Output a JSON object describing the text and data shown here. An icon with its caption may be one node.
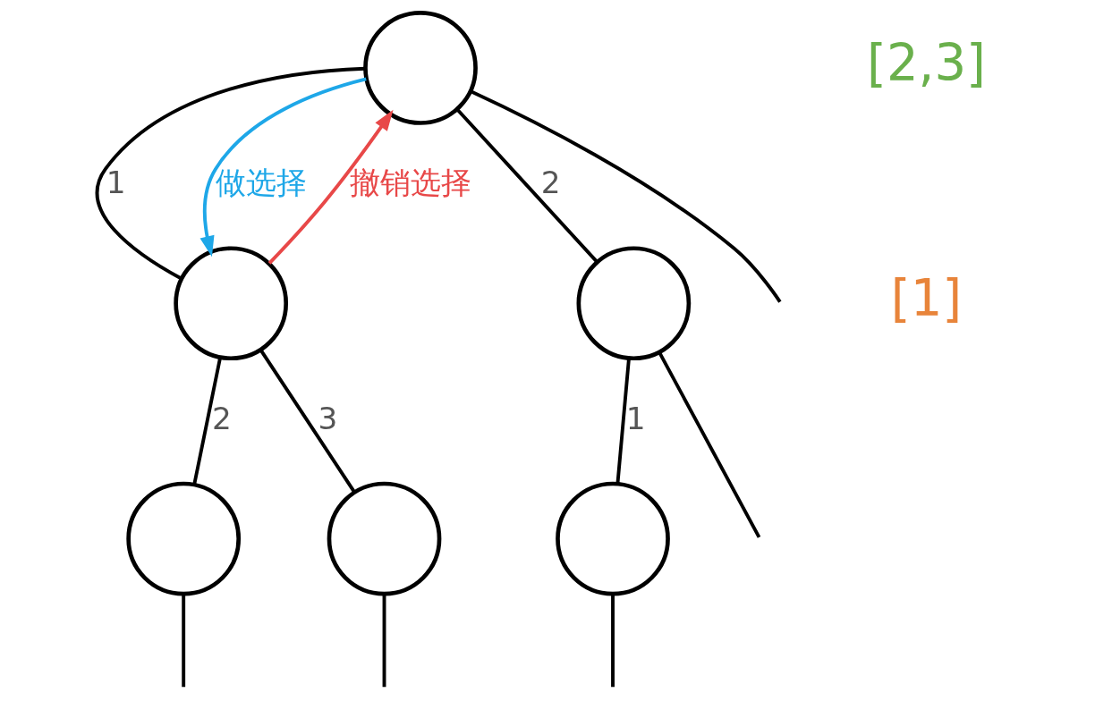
{
  "diagram": {
    "nodes": [
      {
        "text": [],
        "shape": "circle"
      },
      {
        "text": [],
        "shape": "circle"
      },
      {
        "text": [],
        "shape": "circle"
      },
      {
        "text": [],
        "shape": "circle"
      },
      {
        "text": [],
        "shape": "circle"
      },
      {
        "text": [],
        "shape": "circle"
      }
    ],
    "edges": [
      {
        "from": 0,
        "to": 1,
        "arrow": "none",
        "label": "1"
      },
      {
        "from": 0,
        "to": 2,
        "arrow": "none",
        "label": "2"
      },
      {
        "from": 0,
        "to": null,
        "arrow": "none"
      },
      {
        "from": 1,
        "to": 3,
        "arrow": "none",
        "label": "2"
      },
      {
        "from": 1,
        "to": 4,
        "arrow": "none",
        "label": "3"
      },
      {
        "from": 2,
        "to": 5,
        "arrow": "none",
        "label": "1"
      },
      {
        "from": 2,
        "to": null,
        "arrow": "none"
      },
      {
        "from": 3,
        "to": null,
        "arrow": "none"
      },
      {
        "from": 4,
        "to": null,
        "arrow": "none"
      },
      {
        "from": 5,
        "to": null,
        "arrow": "none"
      },
      {
        "from": 0,
        "to": 1,
        "arrow": "to",
        "label": "做选择",
        "color": "#1ea7e8"
      },
      {
        "from": 1,
        "to": 0,
        "arrow": "to",
        "label": "撤销选择",
        "color": "#e84848"
      }
    ],
    "labels": [
      "[2,3]",
      "[1]"
    ]
  }
}
